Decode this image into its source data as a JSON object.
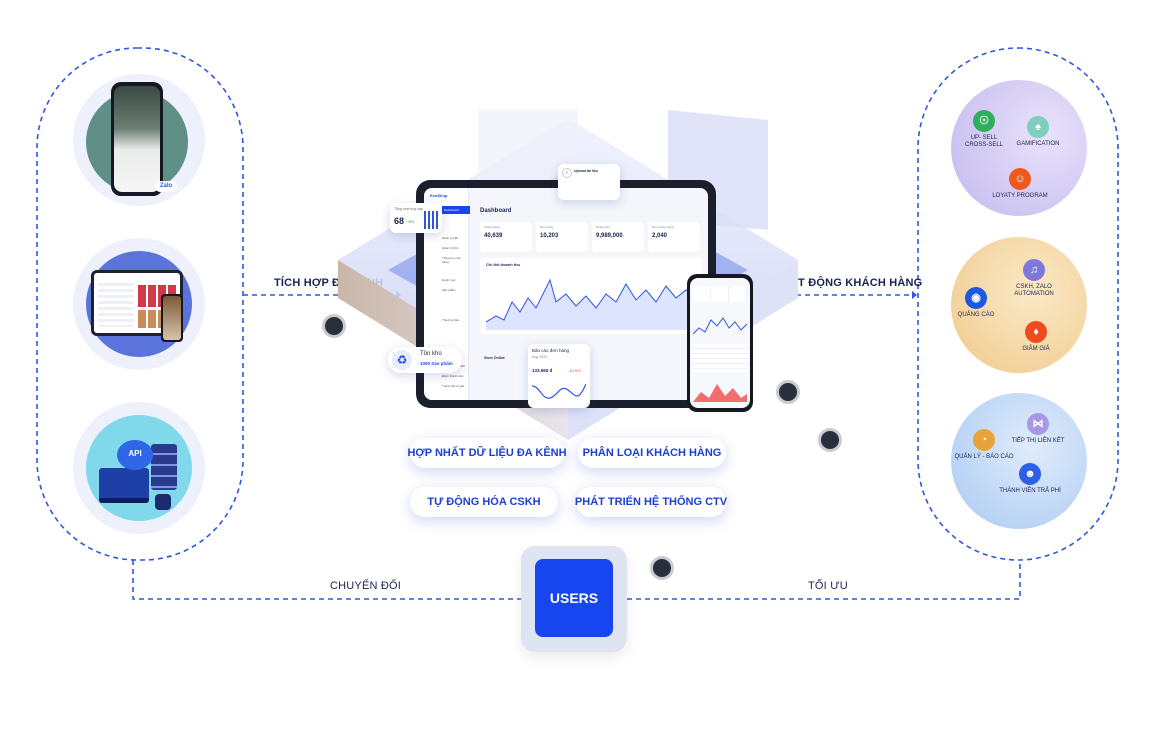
{
  "edges": {
    "left_to_center": "TÍCH HỢP ĐA KÊNH",
    "center_to_right": "HOẠT ĐỘNG KHÁCH HÀNG",
    "bottom_left": "CHUYỂN ĐỔI",
    "bottom_right": "TỐI ƯU"
  },
  "center_features": [
    "HỢP NHẤT DỮ LIỆU ĐA KÊNH",
    "PHÂN LOẠI KHÁCH HÀNG",
    "TỰ ĐỘNG HÓA CSKH",
    "PHÁT TRIỂN HỆ THỐNG CTV"
  ],
  "users_label": "USERS",
  "left_channels": {
    "zalo_badge": "Zalo",
    "api_badge": "API"
  },
  "right_groups": [
    {
      "items": [
        "UP- SELL\nCROSS-SELL",
        "GAMIFICATION",
        "LOYATY PROGRAM"
      ]
    },
    {
      "items": [
        "QUẢNG CÁO",
        "CSKH, ZALO AUTOMATION",
        "GIẢM GIÁ"
      ]
    },
    {
      "items": [
        "QUẢN LÝ - BÁO CÁO",
        "TIẾP THỊ LIÊN KẾT",
        "THÀNH VIÊN TRẢ PHÍ"
      ]
    }
  ],
  "dashboard": {
    "brand": "EvoShop",
    "title": "Dashboard",
    "chart_title": "Chi tiết doanh thu",
    "kpis": [
      {
        "label": "Khách hàng",
        "value": "40,639"
      },
      {
        "label": "Đơn hàng",
        "value": "10,203"
      },
      {
        "label": "Doanh thu",
        "value": "9,989,000"
      },
      {
        "label": "Đơn hàng (tổng)",
        "value": "2,040"
      }
    ],
    "store_label": "Store Online",
    "sidebar_items": [
      "Dashboard",
      "Quản lý bán",
      "Quản lý đơn",
      "Thông tin cửa hàng",
      "Danh mục",
      "Sản phẩm",
      "Thương hiệu",
      "Danh sách khách hàng",
      "Điểm thành viên",
      "Tranh cấu tư giá"
    ]
  },
  "floating_cards": {
    "visits_label": "Tổng lượt truy cập",
    "visits_value": "68",
    "visits_delta": "+8%",
    "stock_title": "Tồn kho",
    "stock_value": "1000 Sản phẩm",
    "order_report_title": "Báo cáo đơn hàng",
    "order_report_period": "Aug 2024",
    "order_report_value": "133.560 đ",
    "order_report_delta": "-10.5%",
    "upload_title": "Upload tài liệu"
  },
  "colors": {
    "primary": "#1746f0",
    "dash": "#2f56e0",
    "group1": "#c9c0ef",
    "group2": "#f4d7a6",
    "group3": "#bdd6f5"
  },
  "icons": [
    "shopping-bag-icon",
    "gamepad-icon",
    "loyalty-icon",
    "globe-icon",
    "headset-icon",
    "ticket-icon",
    "gauge-icon",
    "share-icon",
    "member-icon"
  ]
}
